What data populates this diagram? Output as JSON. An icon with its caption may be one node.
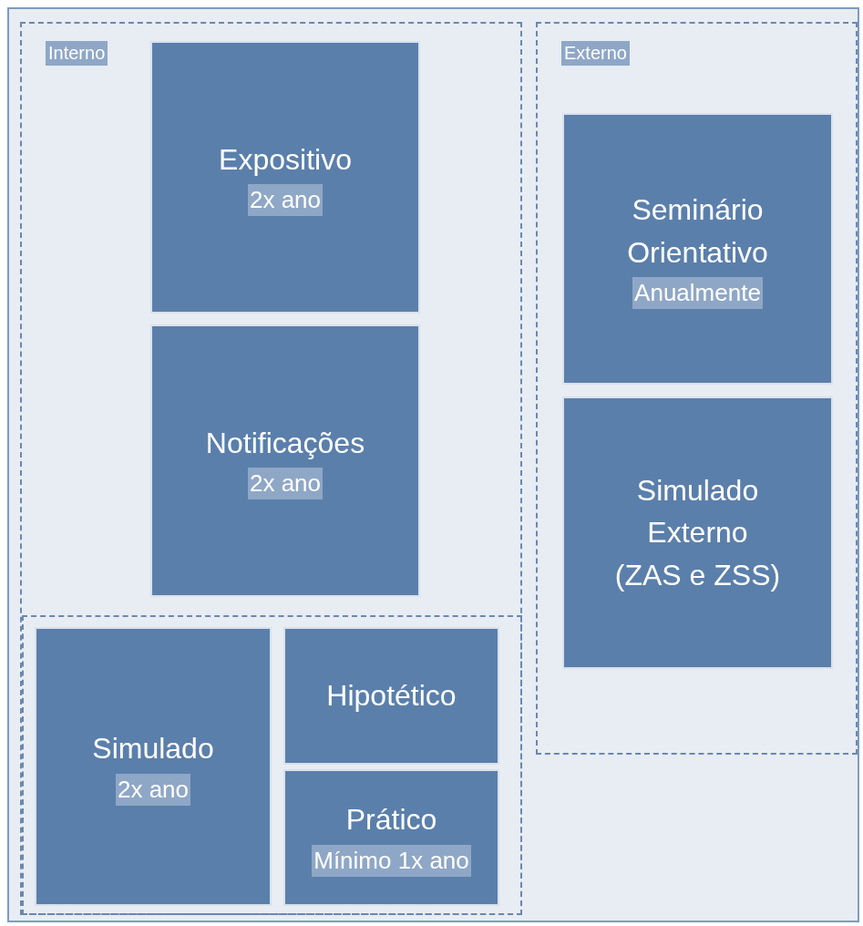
{
  "diagram": {
    "nodes": [
      {
        "text": [
          "Interno"
        ]
      },
      {
        "text": [
          "Expositivo",
          "2x ano"
        ],
        "in": 0
      },
      {
        "text": [
          "Notificações",
          "2x ano"
        ],
        "in": 0
      },
      {
        "text": [],
        "shape": "box",
        "in": 0
      },
      {
        "text": [
          "Simulado",
          "2x ano"
        ],
        "in": 3
      },
      {
        "text": [
          "Hipotético"
        ],
        "in": 3
      },
      {
        "text": [
          "Prático",
          "Mínimo 1x ano"
        ],
        "in": 3
      },
      {
        "text": [
          "Externo"
        ]
      },
      {
        "text": [
          "Seminário Orientativo",
          "Anualmente"
        ],
        "in": 7
      },
      {
        "text": [
          "Simulado Externo (ZAS e ZSS)"
        ],
        "in": 7
      }
    ]
  }
}
